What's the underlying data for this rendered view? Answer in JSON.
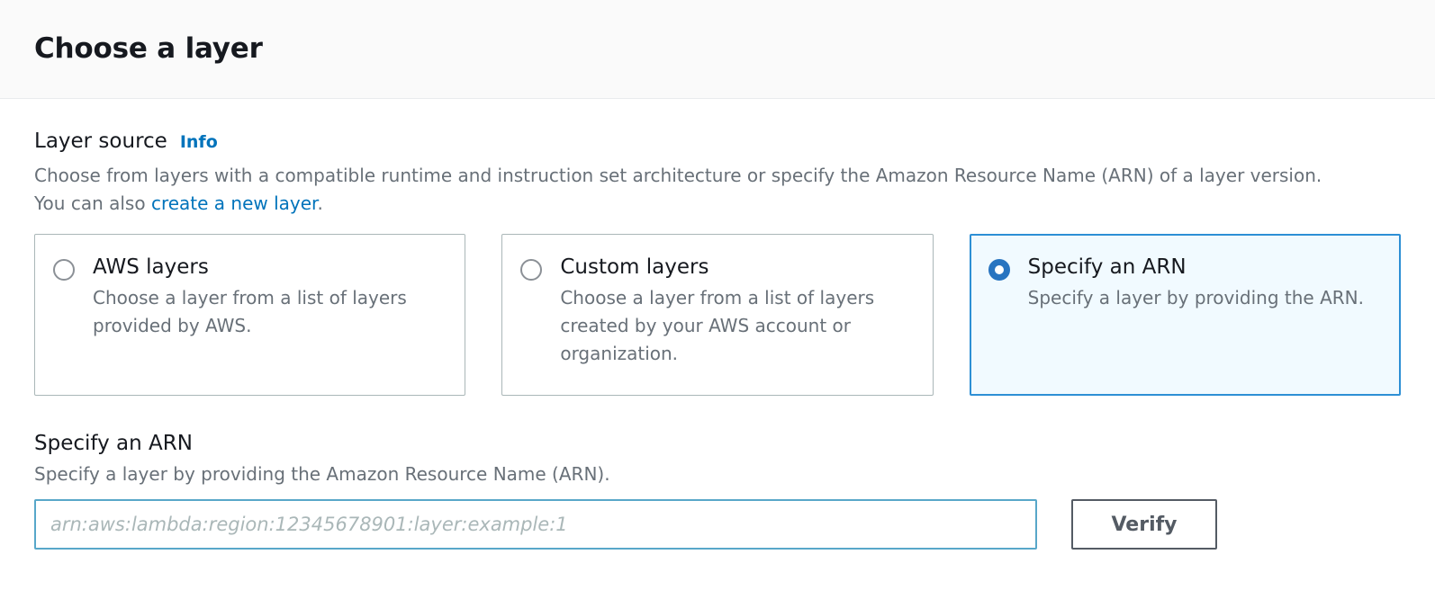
{
  "header": {
    "title": "Choose a layer"
  },
  "layer_source": {
    "label": "Layer source",
    "info_label": "Info",
    "description_part1": "Choose from layers with a compatible runtime and instruction set architecture or specify the Amazon Resource Name (ARN) of a layer version. You can also ",
    "description_link": "create a new layer",
    "description_part2": ".",
    "options": [
      {
        "title": "AWS layers",
        "description": "Choose a layer from a list of layers provided by AWS.",
        "selected": false
      },
      {
        "title": "Custom layers",
        "description": "Choose a layer from a list of layers created by your AWS account or organization.",
        "selected": false
      },
      {
        "title": "Specify an ARN",
        "description": "Specify a layer by providing the ARN.",
        "selected": true
      }
    ]
  },
  "arn_section": {
    "title": "Specify an ARN",
    "description": "Specify a layer by providing the Amazon Resource Name (ARN).",
    "input_value": "",
    "input_placeholder": "arn:aws:lambda:region:12345678901:layer:example:1",
    "verify_label": "Verify"
  },
  "colors": {
    "accent_blue": "#0073bb",
    "selected_border": "#2d8fd5",
    "selected_background": "#f1faff",
    "radio_selected": "#2874c0",
    "radio_unselected": "#8b9096",
    "card_border": "#aab7b8",
    "input_focus_border": "#58a7c9",
    "button_border": "#545b64",
    "text_primary": "#16191f",
    "text_secondary": "#687078",
    "header_background": "#fafafa"
  }
}
